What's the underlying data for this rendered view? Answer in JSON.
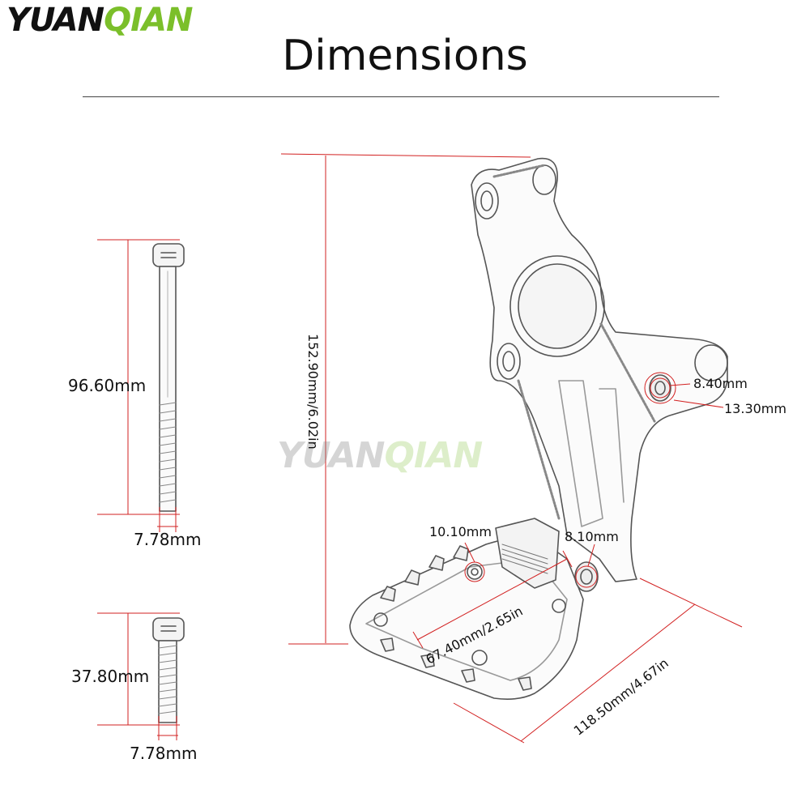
{
  "brand": {
    "part1": "YUAN",
    "part2": "QIAN"
  },
  "title": "Dimensions",
  "watermark": {
    "part1": "YUAN",
    "part2": "QIAN"
  },
  "colors": {
    "dim_line": "#d22020",
    "brand_green": "#7bbf2a",
    "outline": "#555555"
  },
  "long_bolt": {
    "length": "96.60mm",
    "diameter": "7.78mm"
  },
  "short_bolt": {
    "length": "37.80mm",
    "diameter": "7.78mm"
  },
  "bracket": {
    "height": "152.90mm/6.02in",
    "top_hole_inner": "8.40mm",
    "top_hole_outer": "13.30mm",
    "peg_hole_left": "10.10mm",
    "peg_hole_right": "8.10mm",
    "peg_width": "67.40mm/2.65in",
    "peg_length": "118.50mm/4.67in"
  }
}
